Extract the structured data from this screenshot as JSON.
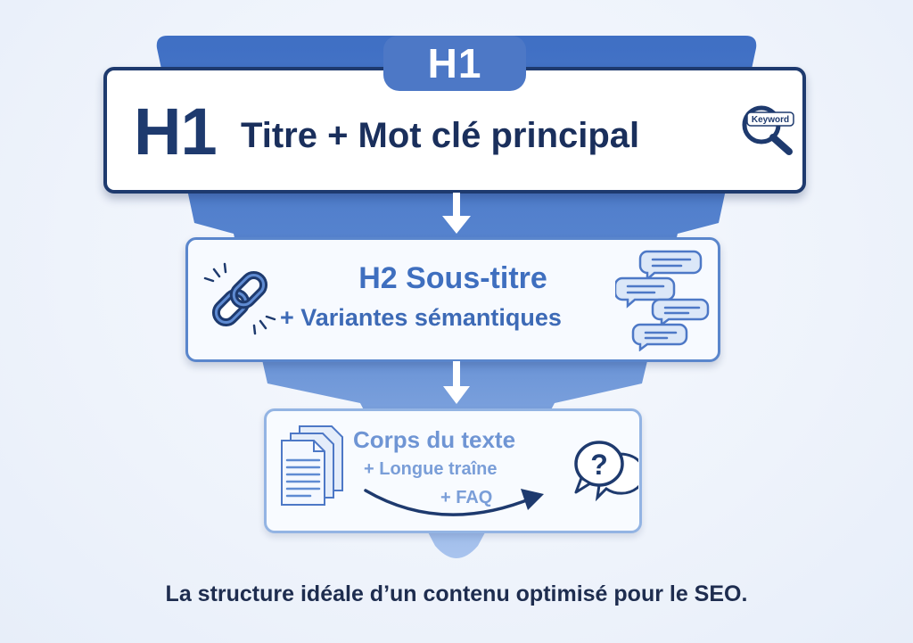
{
  "diagram": {
    "h1_level": {
      "tab_label": "H1",
      "badge": "H1",
      "title": "Titre + Mot clé principal",
      "keyword_icon_text": "Keyword"
    },
    "h2_level": {
      "title": "H2 Sous-titre",
      "subtitle": "+ Variantes sémantiques"
    },
    "body_level": {
      "title": "Corps du texte",
      "line1": "+ Longue traîne",
      "line2": "+ FAQ"
    },
    "caption": "La structure idéale d’un contenu optimisé pour le SEO.",
    "colors": {
      "funnel_top": "#3f6fc4",
      "funnel_bottom": "#8fb2e6",
      "h1_border": "#1e3a6e",
      "h2_border": "#5a86cc",
      "body_border": "#93b4e3"
    },
    "icons": [
      "keyword-search-icon",
      "chain-link-icon",
      "chat-bubbles-icon",
      "documents-icon",
      "curved-arrow-icon",
      "question-bubble-icon",
      "down-arrow-icon"
    ]
  }
}
